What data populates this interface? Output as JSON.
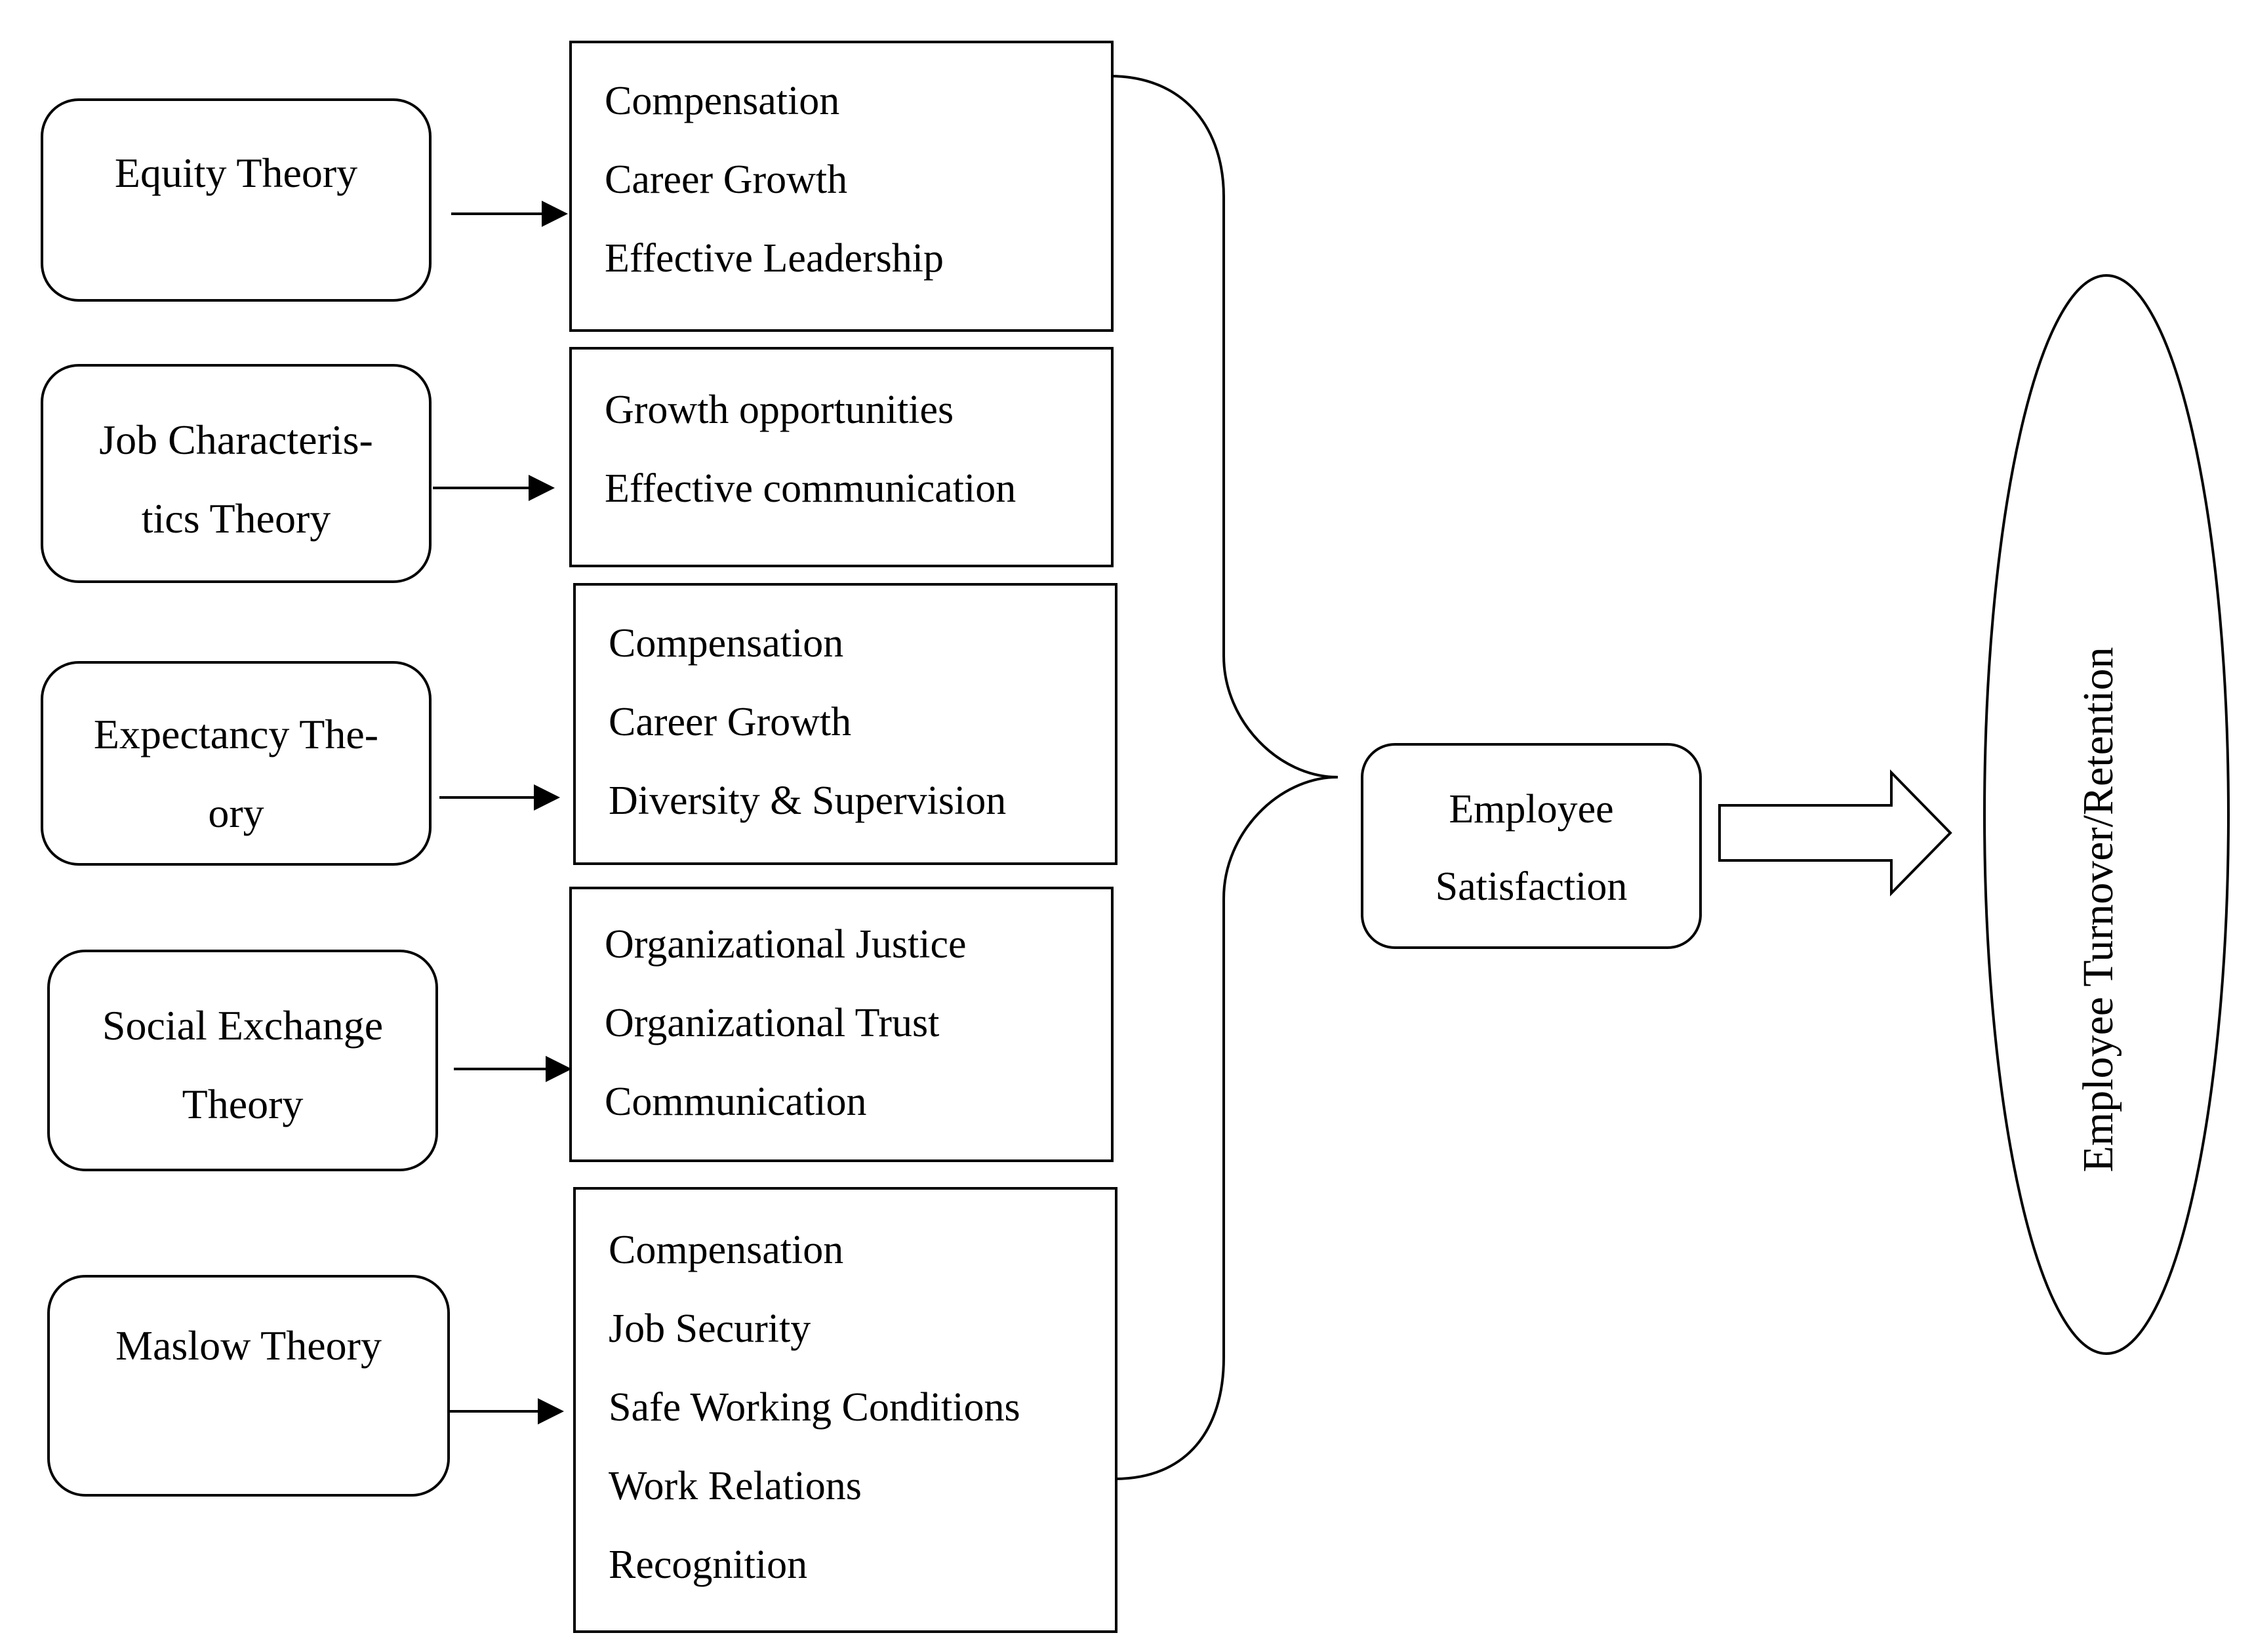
{
  "theories": [
    {
      "id": "equity",
      "lines": [
        "Equity Theory"
      ]
    },
    {
      "id": "job-characteristics",
      "lines": [
        "Job Characteris-",
        "tics Theory"
      ]
    },
    {
      "id": "expectancy",
      "lines": [
        "Expectancy The-",
        "ory"
      ]
    },
    {
      "id": "social-exchange",
      "lines": [
        "Social Exchange",
        "Theory"
      ]
    },
    {
      "id": "maslow",
      "lines": [
        "Maslow Theory"
      ]
    }
  ],
  "factors": [
    [
      "Compensation",
      "Career Growth",
      "Effective Leadership"
    ],
    [
      "Growth opportunities",
      "Effective communication"
    ],
    [
      "Compensation",
      "Career Growth",
      "Diversity & Supervision"
    ],
    [
      "Organizational Justice",
      "Organizational Trust",
      "Communication"
    ],
    [
      "Compensation",
      "Job Security",
      "Safe Working Conditions",
      "Work Relations",
      "Recognition"
    ]
  ],
  "satisfaction": {
    "line1": "Employee",
    "line2": "Satisfaction"
  },
  "outcome": {
    "label": "Employee Turnover/Retention"
  }
}
